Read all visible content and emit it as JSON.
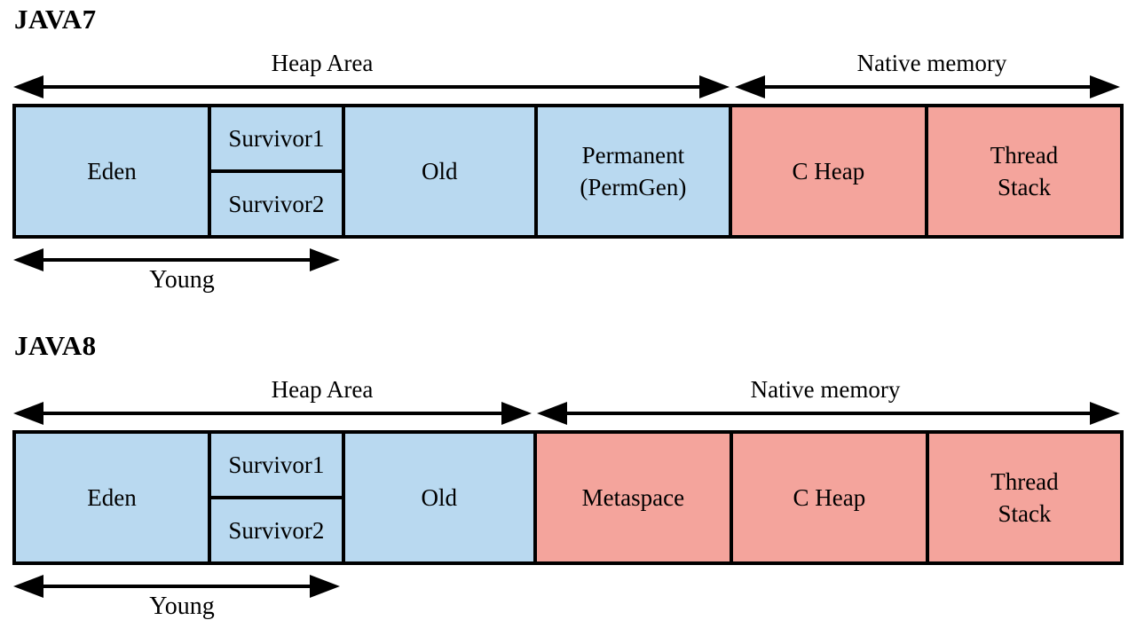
{
  "colors": {
    "heap_block": "#b9d9f0",
    "native_block": "#f4a49c",
    "outline": "#000000",
    "background": "#ffffff",
    "text": "#000000"
  },
  "java7": {
    "title": "JAVA7",
    "heap_area_label": "Heap Area",
    "native_memory_label": "Native memory",
    "young_label": "Young",
    "blocks": {
      "eden": "Eden",
      "survivor1": "Survivor1",
      "survivor2": "Survivor2",
      "old": "Old",
      "permanent_line1": "Permanent",
      "permanent_line2": "(PermGen)",
      "c_heap": "C Heap",
      "thread_line1": "Thread",
      "thread_line2": "Stack"
    }
  },
  "java8": {
    "title": "JAVA8",
    "heap_area_label": "Heap Area",
    "native_memory_label": "Native memory",
    "young_label": "Young",
    "blocks": {
      "eden": "Eden",
      "survivor1": "Survivor1",
      "survivor2": "Survivor2",
      "old": "Old",
      "metaspace": "Metaspace",
      "c_heap": "C Heap",
      "thread_line1": "Thread",
      "thread_line2": "Stack"
    }
  }
}
